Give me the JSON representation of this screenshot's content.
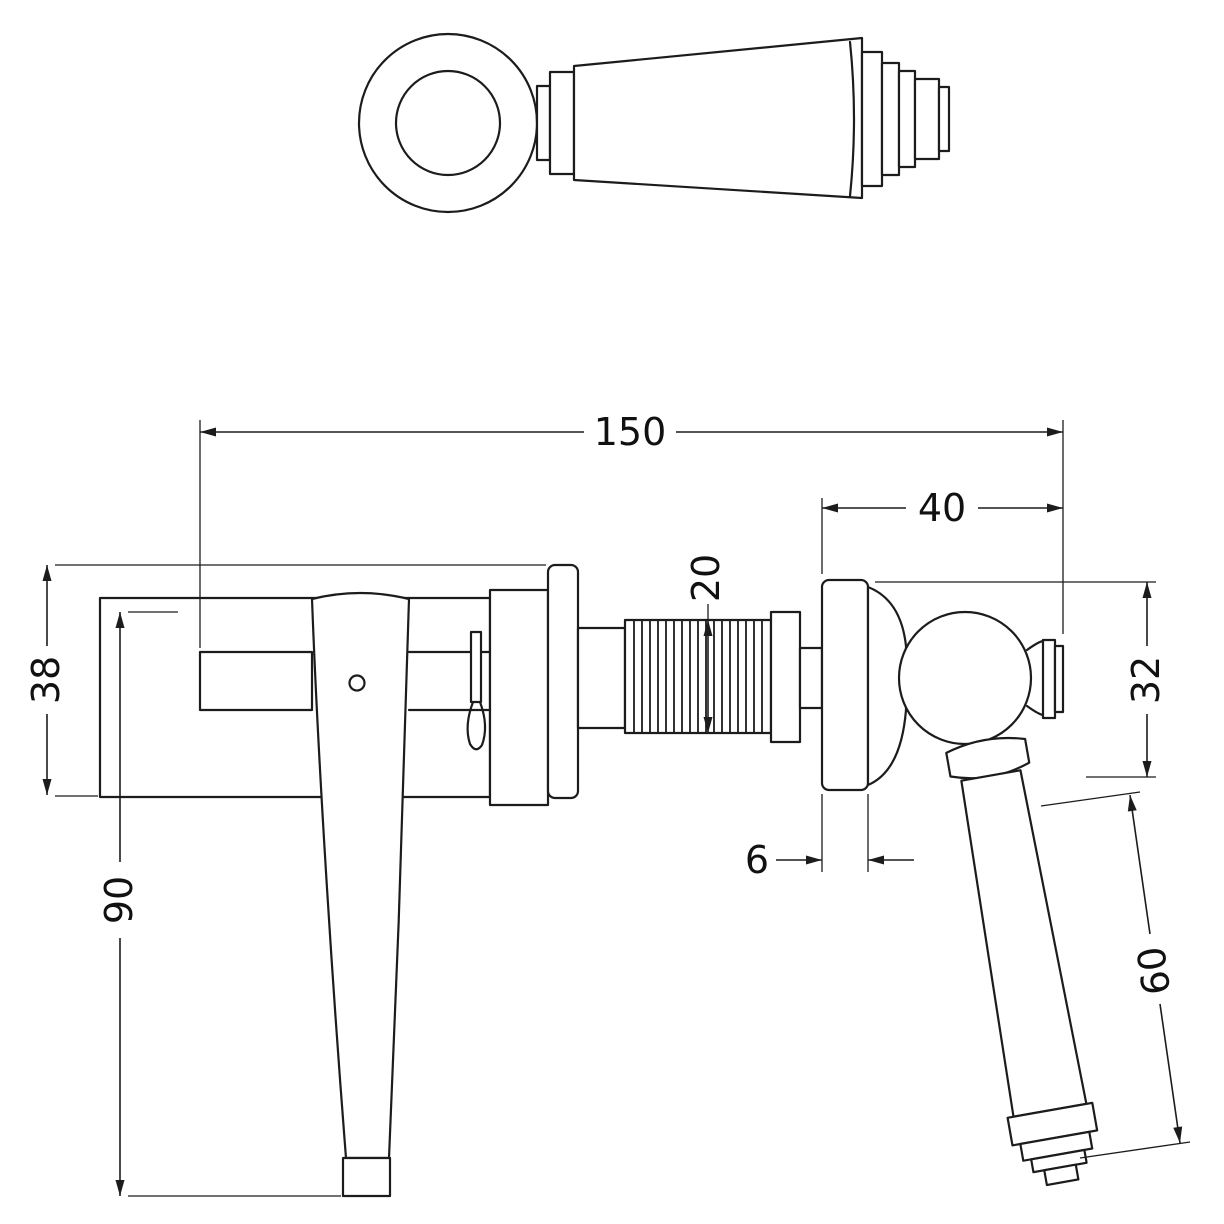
{
  "dimensions": {
    "overall_width": "150",
    "offset_width": "40",
    "thread_diameter": "20",
    "body_height": "38",
    "valve_height": "32",
    "lever_length": "90",
    "plate_thickness": "6",
    "handle_length": "60"
  },
  "colors": {
    "line": "#1c1c1c",
    "background": "#ffffff"
  }
}
